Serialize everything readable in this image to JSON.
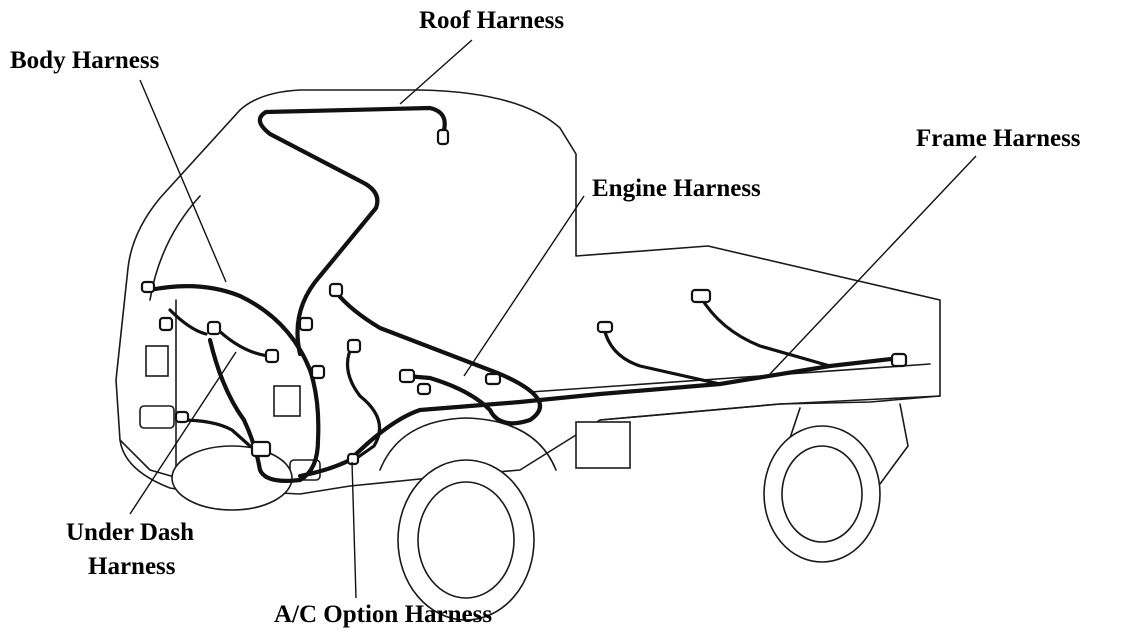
{
  "labels": {
    "roof": "Roof Harness",
    "body": "Body Harness",
    "frame": "Frame Harness",
    "engine": "Engine Harness",
    "under_dash_line1": "Under Dash",
    "under_dash_line2": "Harness",
    "ac_option": "A/C Option Harness"
  },
  "colors": {
    "ink": "#111111",
    "background": "#ffffff"
  }
}
